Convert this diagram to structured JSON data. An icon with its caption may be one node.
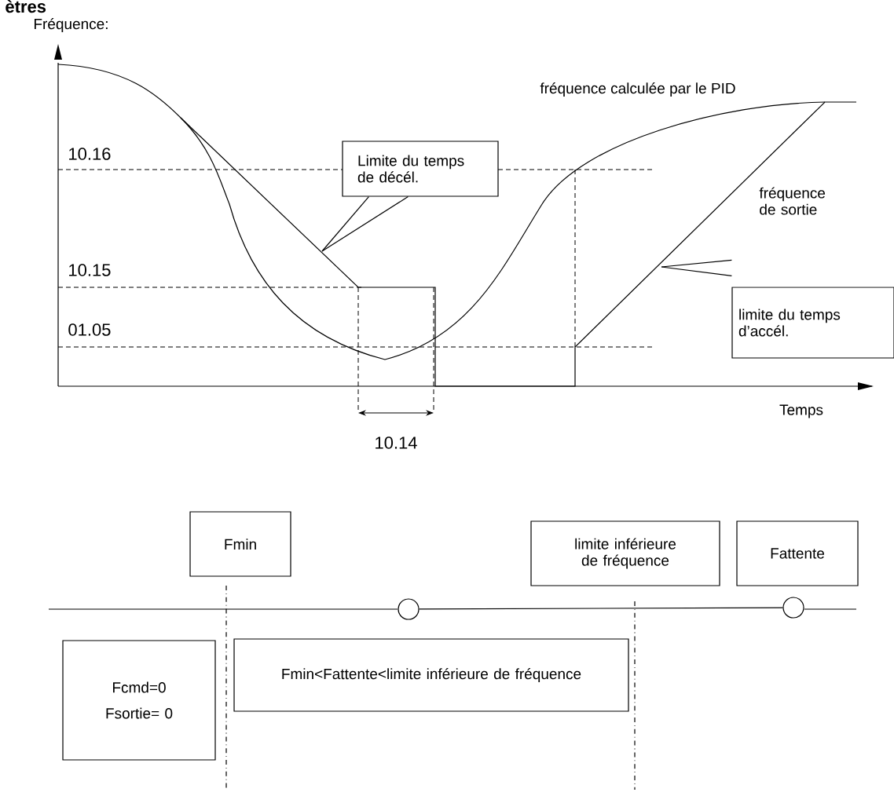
{
  "diagram": {
    "nodes": [
      {
        "text": [
          "Limite du temps de décél."
        ]
      },
      {
        "text": [
          "limite du temps d’accél."
        ]
      },
      {
        "text": [
          "Fmin"
        ]
      },
      {
        "text": [
          "limite inférieure de fréquence"
        ]
      },
      {
        "text": [
          "Fattente"
        ]
      },
      {
        "text": [
          "Fcmd=0",
          "Fsortie= 0"
        ]
      },
      {
        "text": [
          "Fmin<Fattente<limite inférieure de fréquence"
        ]
      },
      {
        "text": [],
        "shape": "circle"
      },
      {
        "text": [],
        "shape": "circle"
      }
    ],
    "edges": [
      {
        "from": 0,
        "to": null,
        "arrow": "none"
      },
      {
        "from": 1,
        "to": null,
        "arrow": "none"
      },
      {
        "from": 7,
        "to": 8,
        "arrow": "none"
      }
    ],
    "labels": [
      "ètres",
      "Fréquence:",
      "10.16",
      "fréquence calculée par le PID",
      "fréquence de sortie",
      "10.15",
      "01.05",
      "Temps",
      "10.14"
    ]
  }
}
